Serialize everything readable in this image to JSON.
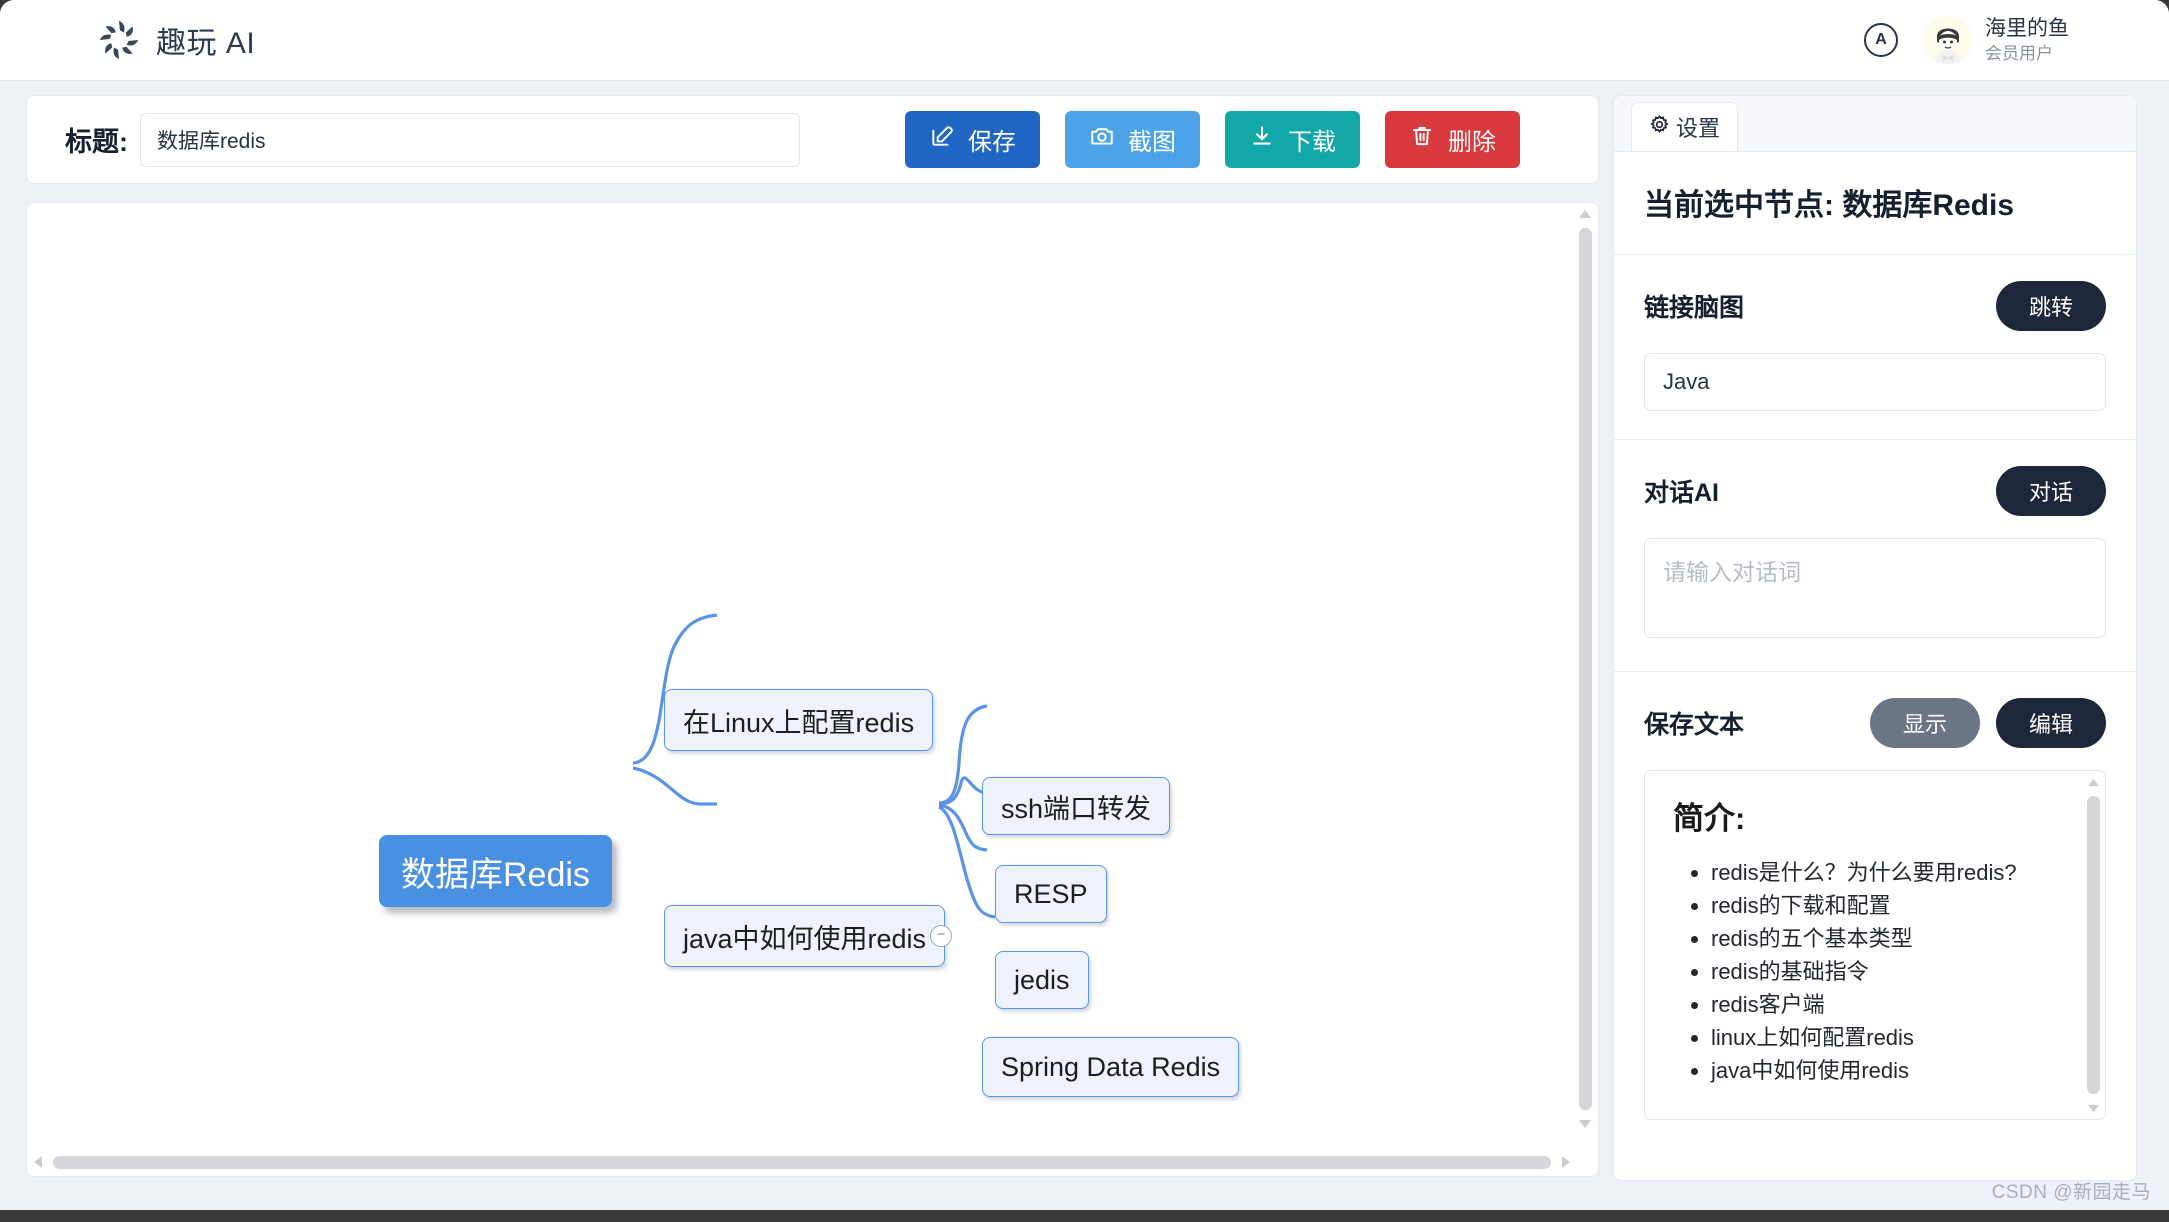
{
  "header": {
    "brand_name": "趣玩 AI",
    "brand_icon": "pinwheel-logo-icon",
    "account_badge": "A",
    "user_name": "海里的鱼",
    "user_role": "会员用户"
  },
  "editor": {
    "title_label": "标题:",
    "title_value": "数据库redis",
    "buttons": [
      {
        "label": "保存",
        "icon": "pencil-square-icon",
        "color": "#2066c4"
      },
      {
        "label": "截图",
        "icon": "camera-icon",
        "color": "#4da3e8"
      },
      {
        "label": "下载",
        "icon": "download-icon",
        "color": "#13a8a8"
      },
      {
        "label": "删除",
        "icon": "trash-icon",
        "color": "#d9383c"
      }
    ]
  },
  "mindmap": {
    "root": {
      "label": "数据库Redis",
      "color": "#4a90e2"
    },
    "children": [
      {
        "label": "在Linux上配置redis"
      },
      {
        "label": "java中如何使用redis",
        "collapse_toggle": "−"
      }
    ],
    "grandchildren": [
      {
        "label": "ssh端口转发"
      },
      {
        "label": "RESP"
      },
      {
        "label": "jedis"
      },
      {
        "label": "Spring Data Redis"
      }
    ],
    "node_fill": "#eef2fa",
    "node_border": "#5b93e8"
  },
  "panel": {
    "tab_label": "设置",
    "tab_icon": "gear-icon",
    "selected_node_heading": "当前选中节点: 数据库Redis",
    "link_section": {
      "label": "链接脑图",
      "button_label": "跳转",
      "input_value": "Java"
    },
    "chat_section": {
      "label": "对话AI",
      "button_label": "对话",
      "placeholder": "请输入对话词"
    },
    "text_section": {
      "label": "保存文本",
      "show_label": "显示",
      "edit_label": "编辑",
      "doc_title": "简介:",
      "doc_items": [
        "redis是什么？为什么要用redis?",
        "redis的下载和配置",
        "redis的五个基本类型",
        "redis的基础指令",
        "redis客户端",
        "linux上如何配置redis",
        "java中如何使用redis"
      ]
    }
  },
  "watermark": "CSDN @新园走马"
}
